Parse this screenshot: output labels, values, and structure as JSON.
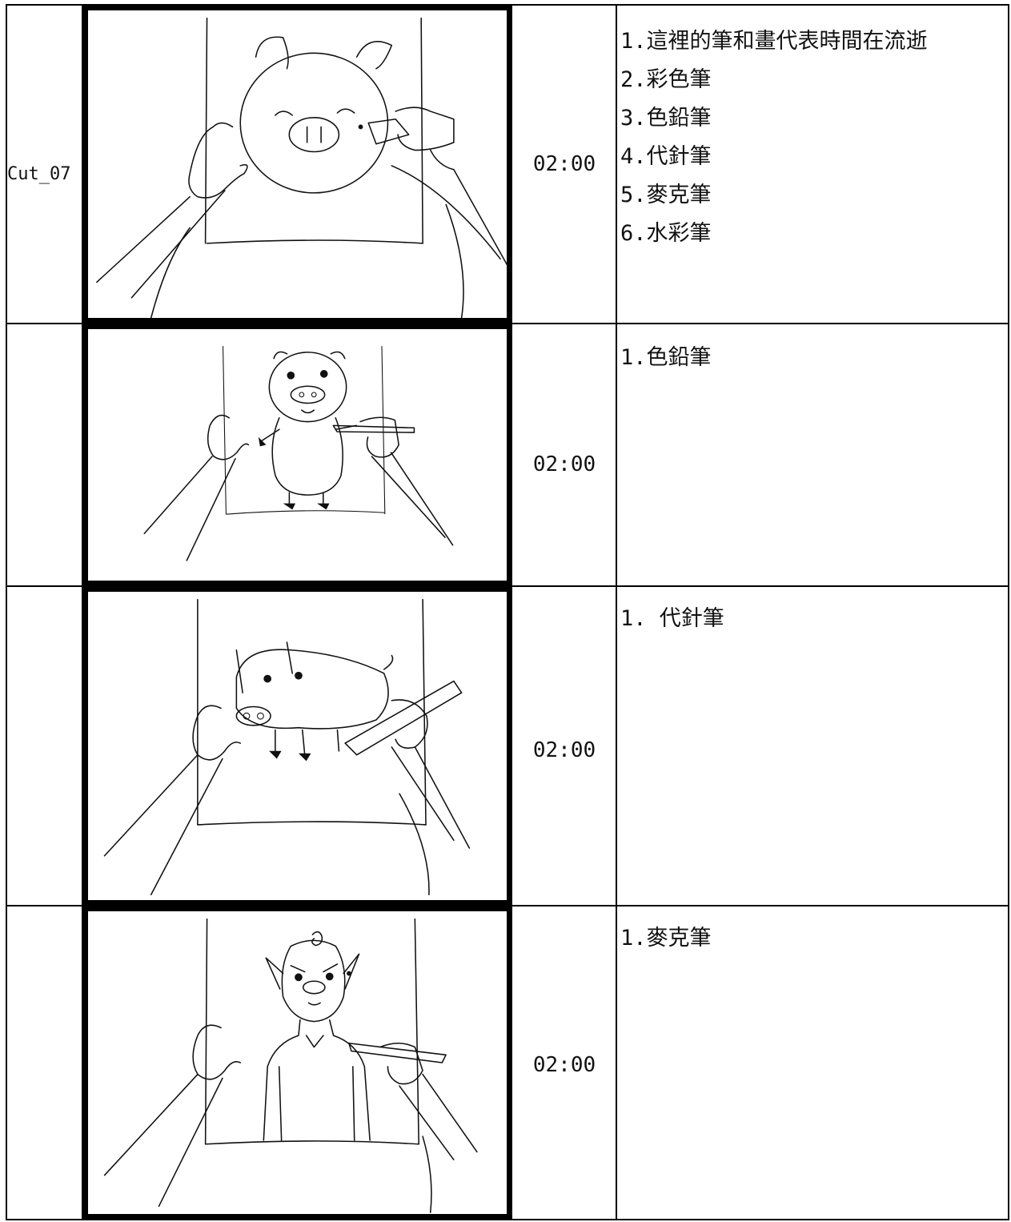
{
  "storyboard": {
    "rows": [
      {
        "cut": "Cut_07",
        "time": "02:00",
        "notes": [
          "1.這裡的筆和畫代表時間在流逝",
          "2.彩色筆",
          "3.色鉛筆",
          "4.代針筆",
          "5.麥克筆",
          "6.水彩筆"
        ],
        "sketch": "pig-face-marker-sketch"
      },
      {
        "cut": "",
        "time": "02:00",
        "notes": [
          "1.色鉛筆"
        ],
        "sketch": "standing-pig-colored-pencil-sketch"
      },
      {
        "cut": "",
        "time": "02:00",
        "notes": [
          "1. 代針筆"
        ],
        "sketch": "side-pig-drawing-pen-sketch"
      },
      {
        "cut": "",
        "time": "02:00",
        "notes": [
          "1.麥克筆"
        ],
        "sketch": "demon-character-marker-sketch"
      }
    ]
  }
}
